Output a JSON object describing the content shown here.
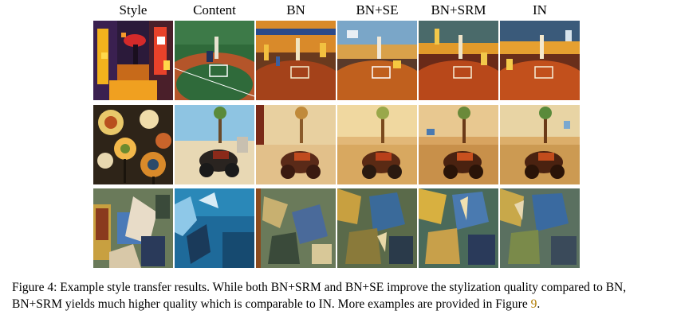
{
  "columns": [
    "Style",
    "Content",
    "BN",
    "BN+SE",
    "BN+SRM",
    "IN"
  ],
  "rows": [
    {
      "name": "row-1",
      "images": [
        "style-rain-umbrella-painting",
        "content-baseball-field",
        "bn-stylized-baseball",
        "bn-se-stylized-baseball",
        "bn-srm-stylized-baseball",
        "in-stylized-baseball"
      ]
    },
    {
      "name": "row-2",
      "images": [
        "style-circles-trees-painting",
        "content-motorcycle-beach",
        "bn-stylized-motorcycle",
        "bn-se-stylized-motorcycle",
        "bn-srm-stylized-motorcycle",
        "in-stylized-motorcycle"
      ]
    },
    {
      "name": "row-3",
      "images": [
        "style-cubist-woman-painting",
        "content-blue-abstract",
        "bn-stylized-abstract",
        "bn-se-stylized-abstract",
        "bn-srm-stylized-abstract",
        "in-stylized-abstract"
      ]
    }
  ],
  "caption": {
    "line1": "Figure 4: Example style transfer results. While both BN+SRM and BN+SE improve the stylization quality compared to BN,",
    "line2_prefix": "BN+SRM yields much higher quality which is comparable to IN. More examples are provided in Figure ",
    "figure_ref": "9",
    "line2_suffix": "."
  }
}
